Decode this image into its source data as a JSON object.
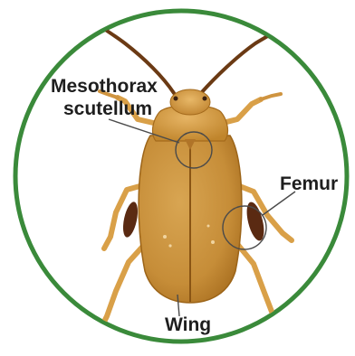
{
  "diagram": {
    "labels": {
      "mesothorax_line1": "Mesothorax",
      "mesothorax_line2": "scutellum",
      "femur": "Femur",
      "wing": "Wing"
    }
  },
  "colors": {
    "frame_ring": "#3a8a3a",
    "beetle_body": "#c8923c",
    "elytra_edge": "#9c6418",
    "leg": "#d9a048",
    "antenna": "#6b3a14",
    "callout_line": "#4a4a4a",
    "label_text": "#1e1e1e"
  },
  "icons": {
    "subject": "beetle-illustration"
  }
}
